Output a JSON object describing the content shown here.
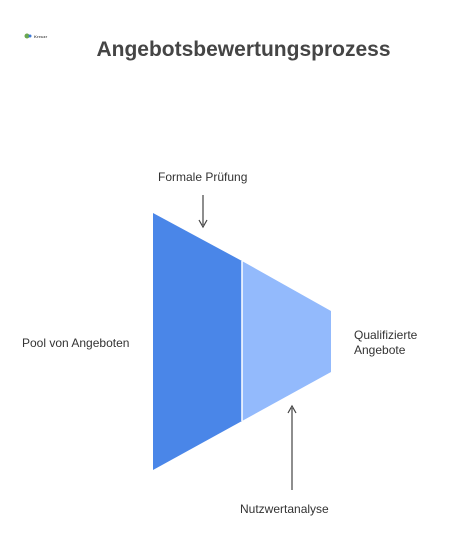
{
  "title": "Angebotsbewertungsprozess",
  "logo_text": "Kreuzr",
  "labels": {
    "input": "Pool von Angeboten",
    "stage1": "Formale Prüfung",
    "stage2": "Nutzwertanalyse",
    "output": "Qualifizierte Angebote"
  },
  "colors": {
    "stage1": "#4a86e8",
    "stage2": "#93bafc",
    "arrow": "#444444"
  }
}
